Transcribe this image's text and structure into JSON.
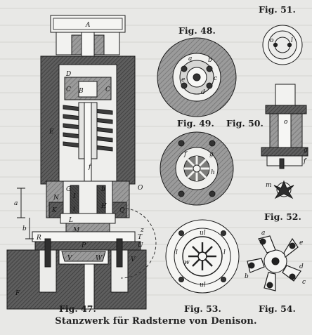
{
  "figures": {
    "fig47": {
      "label": "Fig. 47.",
      "letters": [
        "A",
        "B",
        "C",
        "C",
        "D",
        "E",
        "O",
        "f",
        "b",
        "G",
        "H",
        "I",
        "i",
        "N",
        "K",
        "L",
        "M",
        "Q",
        "R",
        "T",
        "U",
        "P",
        "V",
        "W",
        "V",
        "a",
        "b",
        "z",
        "F"
      ]
    },
    "fig48": {
      "label": "Fig. 48.",
      "letters": [
        "a",
        "b",
        "c",
        "d",
        "e"
      ]
    },
    "fig49": {
      "label": "Fig. 49.",
      "letters": [
        "f",
        "g",
        "h"
      ]
    },
    "fig50": {
      "label": "Fig. 50.",
      "letters": [
        "o",
        "g",
        "f"
      ]
    },
    "fig51": {
      "label": "Fig. 51.",
      "letters": [
        "o",
        "l"
      ]
    },
    "fig52": {
      "label": "Fig. 52.",
      "letters": [
        "m"
      ]
    },
    "fig53": {
      "label": "Fig. 53.",
      "letters": [
        "ul",
        "l",
        "w",
        "l",
        "ul"
      ]
    },
    "fig54": {
      "label": "Fig. 54.",
      "letters": [
        "a",
        "b",
        "c",
        "d",
        "e"
      ]
    }
  },
  "caption": "Stanzwerk für Radsterne von Denison."
}
